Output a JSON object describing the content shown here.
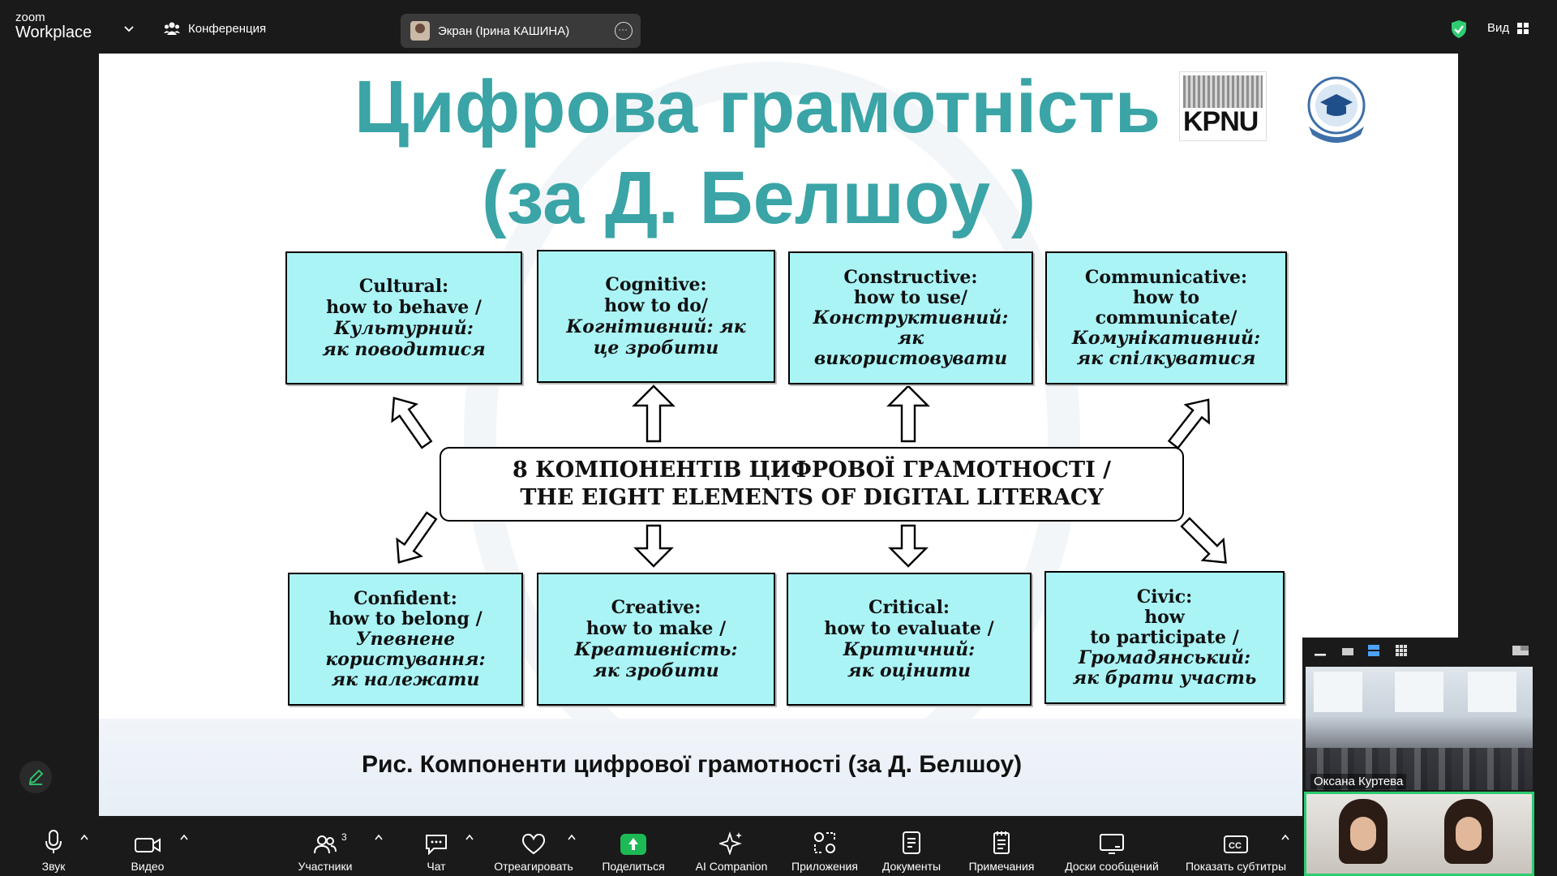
{
  "topbar": {
    "brand_small": "zoom",
    "brand_large": "Workplace",
    "meeting_label": "Конференция",
    "screen_share_label": "Экран (Ірина КАШИНА)",
    "view_label": "Вид"
  },
  "slide": {
    "title_line1": "Цифрова грамотність",
    "title_line2": "(за Д. Белшоу )",
    "logo_text": "KPNU",
    "center_line1": "8 КОМПОНЕНТІВ ЦИФРОВОЇ ГРАМОТНОСТІ /",
    "center_line2": "THE EIGHT ELEMENTS OF DIGITAL LITERACY",
    "top_boxes": [
      {
        "en1": "Cultural:",
        "en2": "how to behave /",
        "ua1": "Культурний:",
        "ua2": "як поводитися"
      },
      {
        "en1": "Cognitive:",
        "en2": "how to do/",
        "ua1": "Когнітивний: як",
        "ua2": "це зробити"
      },
      {
        "en1": "Constructive:",
        "en2": "how to use/",
        "ua1": "Конструктивний:",
        "ua2": "як",
        "ua3": "використовувати"
      },
      {
        "en1": "Communicative:",
        "en2": "how to",
        "en3": "communicate/",
        "ua1": "Комунікативний:",
        "ua2": "як спілкуватися"
      }
    ],
    "bottom_boxes": [
      {
        "en1": "Confident:",
        "en2": "how to belong /",
        "ua1": "Упевнене",
        "ua2": "користування:",
        "ua3": "як належати"
      },
      {
        "en1": "Creative:",
        "en2": "how to make /",
        "ua1": "Креативність:",
        "ua2": "як зробити"
      },
      {
        "en1": "Critical:",
        "en2": "how to evaluate /",
        "ua1": "Критичний:",
        "ua2": "як оцінити"
      },
      {
        "en1": "Civic:",
        "en2": "how",
        "en3": "to participate /",
        "ua1": "Громадянський:",
        "ua2": "як брати участь"
      }
    ],
    "caption": "Рис. Компоненти цифрової грамотності (за Д. Белшоу)"
  },
  "video": {
    "participant_name": "Оксана Куртева"
  },
  "toolbar": {
    "audio": "Звук",
    "video": "Видео",
    "participants": "Участники",
    "participants_count": "3",
    "chat": "Чат",
    "react": "Отреагировать",
    "share": "Поделиться",
    "ai": "AI Companion",
    "apps": "Приложения",
    "docs": "Документы",
    "notes": "Примечания",
    "whiteboards": "Доски сообщений",
    "captions": "Показать субтитры"
  },
  "colors": {
    "title_teal": "#3aa4a6",
    "box_cyan": "#aaf4f6",
    "share_green": "#1db954",
    "active_speaker": "#2ecc71"
  }
}
